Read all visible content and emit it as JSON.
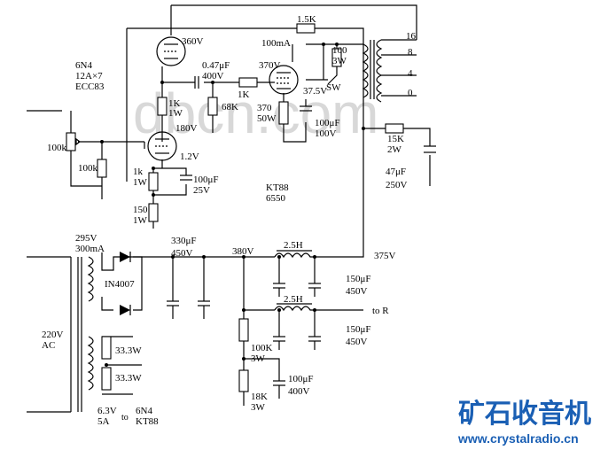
{
  "watermark": "dbcn.com",
  "logo": {
    "name": "矿石收音机",
    "url": "www.crystalradio.cn"
  },
  "labels": {
    "r_1_5k": "1.5K",
    "v_360": "360V",
    "v_100ma": "100mA",
    "tap_16": "16",
    "tap_8": "8",
    "tap_4": "4",
    "tap_0": "0",
    "tube_6n4": "6N4",
    "tube_12ax7": "12A×7",
    "tube_ecc83": "ECC83",
    "c_047": "0.47μF",
    "c_047_v": "400V",
    "v_370": "370V",
    "r_100_3w_a": "100",
    "r_100_3w_b": "3W",
    "sw": "SW",
    "r_1k_1w_a": "1K",
    "r_1k_1w_b": "1W",
    "r_1k": "1K",
    "v_375a": "37.5V",
    "r_68k": "68K",
    "r_370_a": "370",
    "r_370_b": "50W",
    "c_100_100_a": "100μF",
    "c_100_100_b": "100V",
    "r_100k_pot": "100k",
    "r_100k": "100k",
    "v_180": "180V",
    "r_15k_a": "15K",
    "r_15k_b": "2W",
    "v_12": "1.2V",
    "c_47_a": "47μF",
    "c_47_b": "250V",
    "r_1k_b_a": "1k",
    "r_1k_b_b": "1W",
    "c_100_25_a": "100μF",
    "c_100_25_b": "25V",
    "tube_kt88": "KT88",
    "tube_6550": "6550",
    "r_150_a": "150",
    "r_150_b": "1W",
    "v_295": "295V",
    "ma_300": "300mA",
    "c_330_a": "330μF",
    "c_330_b": "450V",
    "v_380": "380V",
    "l_25_a": "2.5H",
    "v_375": "375V",
    "diode": "IN4007",
    "c_150_a1": "150μF",
    "c_150_a2": "450V",
    "to_r": "to R",
    "l_25_b": "2.5H",
    "v_220": "220V",
    "ac": "AC",
    "r_33_a": "33.3W",
    "c_150_b1": "150μF",
    "c_150_b2": "450V",
    "r_100k_3w_a": "100K",
    "r_100k_3w_b": "3W",
    "r_33_b": "33.3W",
    "c_100_400_a": "100μF",
    "c_100_400_b": "400V",
    "r_18k_a": "18K",
    "r_18k_b": "3W",
    "fil_v": "6.3V",
    "fil_a": "5A",
    "fil_to": "to",
    "fil_t1": "6N4",
    "fil_t2": "KT88"
  }
}
